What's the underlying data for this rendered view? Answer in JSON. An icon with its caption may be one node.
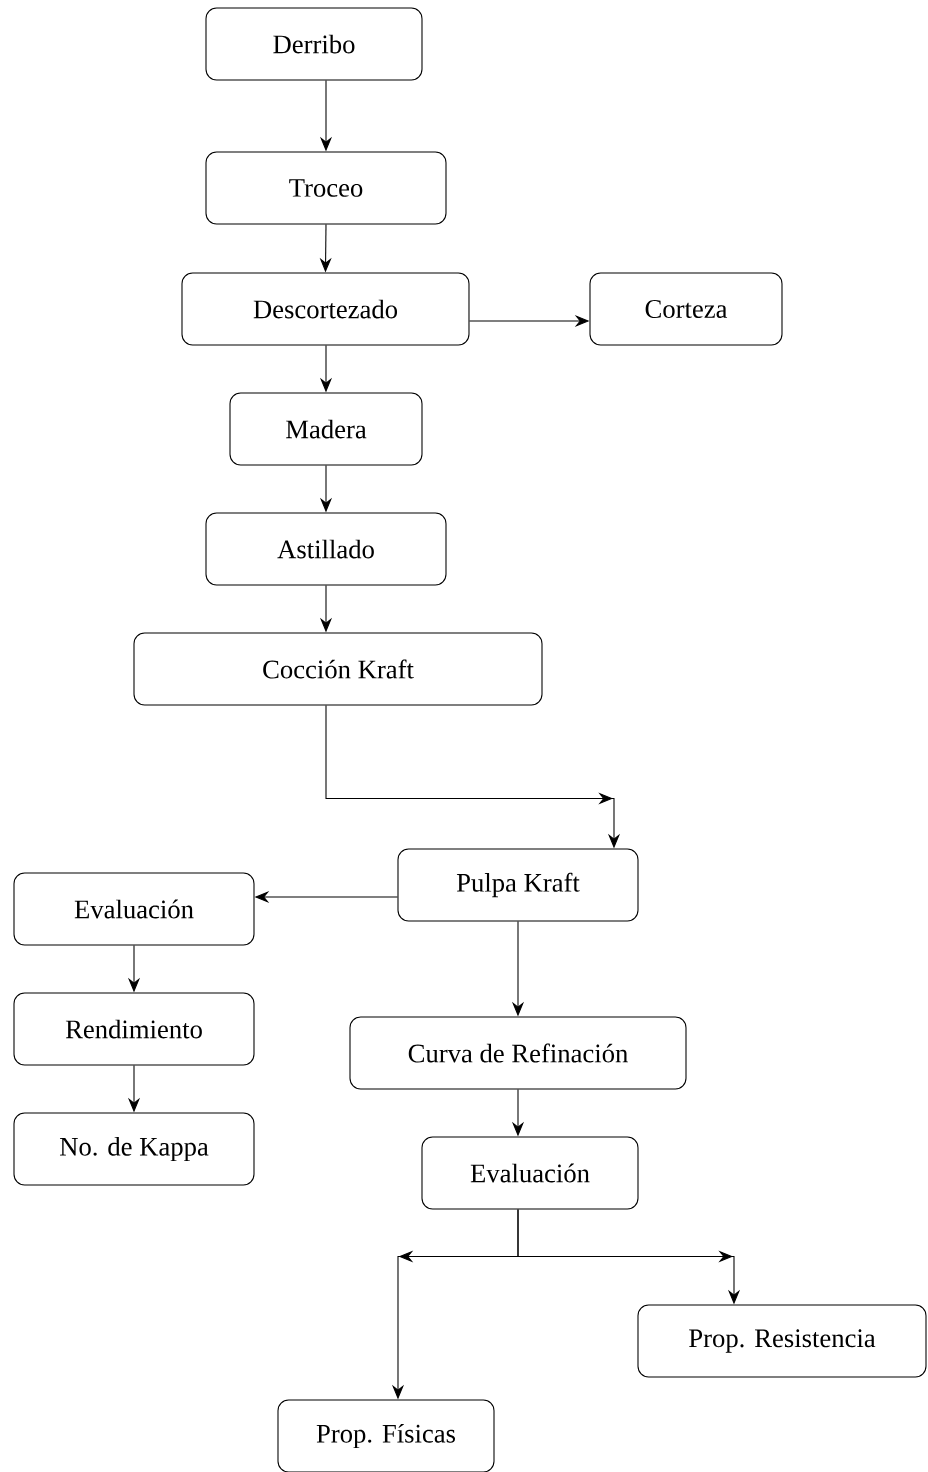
{
  "diagram": {
    "nodes": [
      {
        "text": [
          "Derribo"
        ]
      },
      {
        "text": [
          "Troceo"
        ]
      },
      {
        "text": [
          "Descortezado"
        ]
      },
      {
        "text": [
          "Corteza"
        ]
      },
      {
        "text": [
          "Madera"
        ]
      },
      {
        "text": [
          "Astillado"
        ]
      },
      {
        "text": [
          "Cocción Kraft"
        ]
      },
      {
        "text": [
          "Pulpa Kraft"
        ]
      },
      {
        "text": [
          "Evaluación"
        ]
      },
      {
        "text": [
          "Rendimiento"
        ]
      },
      {
        "text": [
          "No. de Kappa"
        ]
      },
      {
        "text": [
          "Curva de Refinación"
        ]
      },
      {
        "text": [
          "Evaluación"
        ]
      },
      {
        "text": [
          "Prop. Resistencia"
        ]
      },
      {
        "text": [
          "Prop. Físicas"
        ]
      }
    ],
    "edges": [
      {
        "from": 0,
        "to": 1,
        "arrow": "to"
      },
      {
        "from": 1,
        "to": 2,
        "arrow": "to"
      },
      {
        "from": 2,
        "to": 3,
        "arrow": "to"
      },
      {
        "from": 2,
        "to": 4,
        "arrow": "to"
      },
      {
        "from": 4,
        "to": 5,
        "arrow": "to"
      },
      {
        "from": 5,
        "to": 6,
        "arrow": "to"
      },
      {
        "from": 6,
        "to": 7,
        "arrow": "to"
      },
      {
        "from": 7,
        "to": 8,
        "arrow": "to"
      },
      {
        "from": 8,
        "to": 9,
        "arrow": "to"
      },
      {
        "from": 9,
        "to": 10,
        "arrow": "to"
      },
      {
        "from": 7,
        "to": 11,
        "arrow": "to"
      },
      {
        "from": 11,
        "to": 12,
        "arrow": "to"
      },
      {
        "from": 12,
        "to": 13,
        "arrow": "to"
      },
      {
        "from": 12,
        "to": 14,
        "arrow": "to"
      }
    ]
  }
}
